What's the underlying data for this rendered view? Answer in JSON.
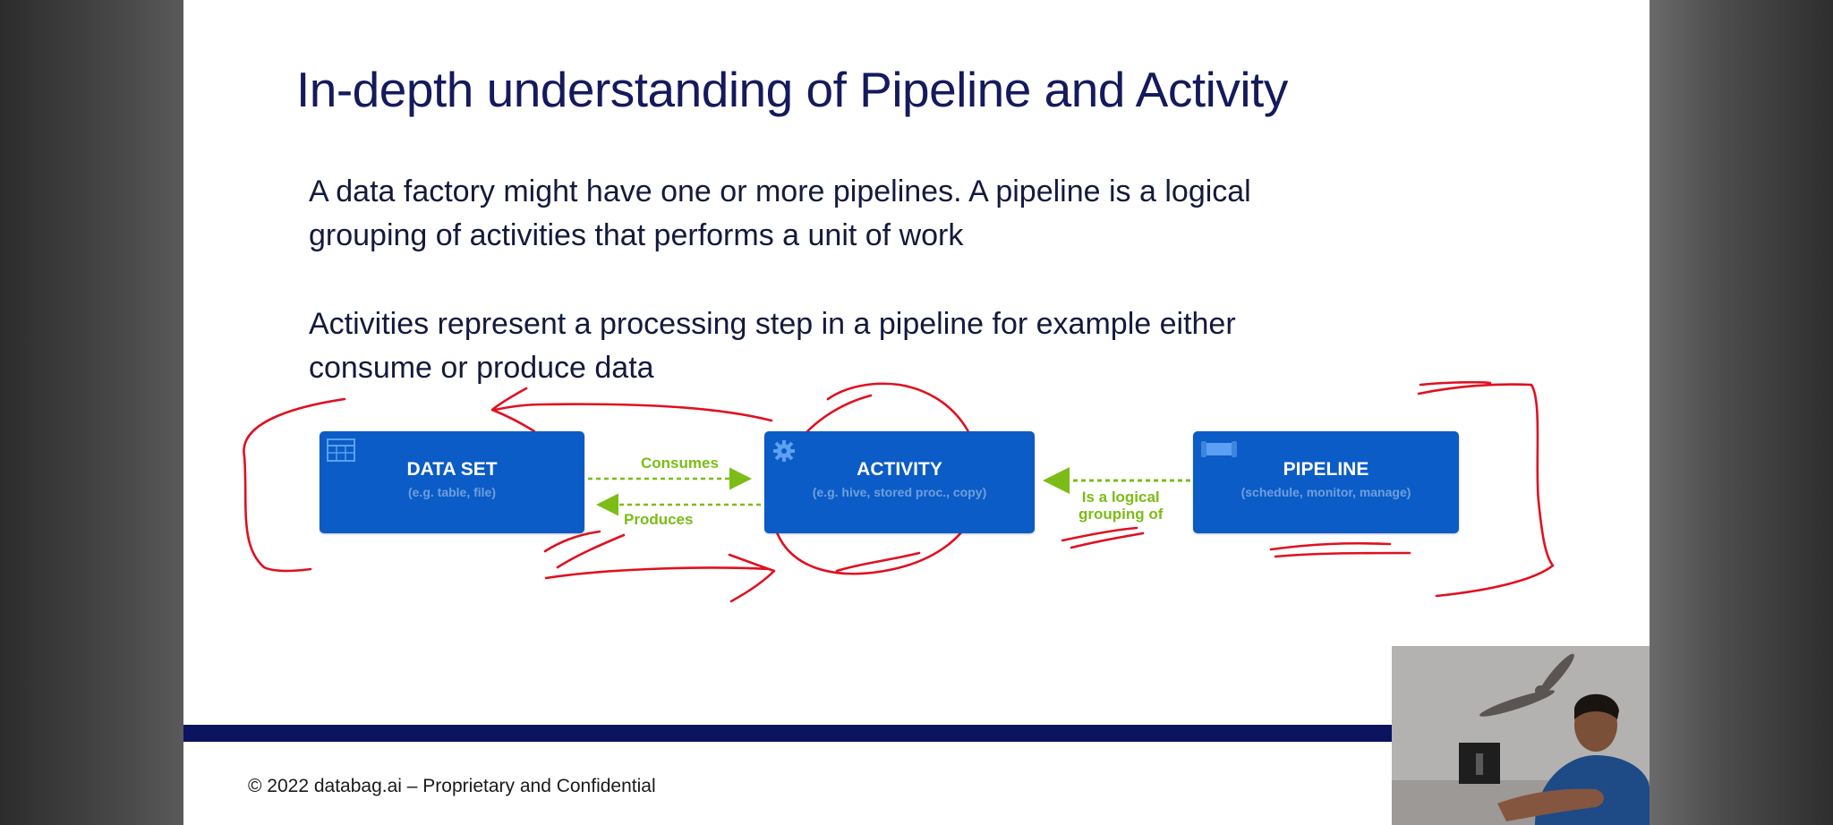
{
  "slide": {
    "title": "In-depth understanding of Pipeline and Activity",
    "paragraph1": "A data factory might have one or more pipelines. A pipeline is a logical grouping of activities that performs a unit of work",
    "paragraph2": "Activities represent a processing step in a pipeline for example either consume or produce data",
    "footer": "© 2022 databag.ai – Proprietary and Confidential"
  },
  "diagram": {
    "dataset": {
      "label": "DATA SET",
      "subtitle": "(e.g. table, file)",
      "icon": "table-icon"
    },
    "activity": {
      "label": "ACTIVITY",
      "subtitle": "(e.g. hive, stored proc., copy)",
      "icon": "gear-icon"
    },
    "pipeline": {
      "label": "PIPELINE",
      "subtitle": "(schedule, monitor, manage)",
      "icon": "pipe-icon"
    },
    "consumes_label": "Consumes",
    "produces_label": "Produces",
    "grouping_label_line1": "Is a logical",
    "grouping_label_line2": "grouping of"
  },
  "colors": {
    "title": "#141a5c",
    "box": "#0b5cc6",
    "arrow": "#7cbc16",
    "annotation": "#e01020",
    "footer_bar": "#0c1460"
  }
}
